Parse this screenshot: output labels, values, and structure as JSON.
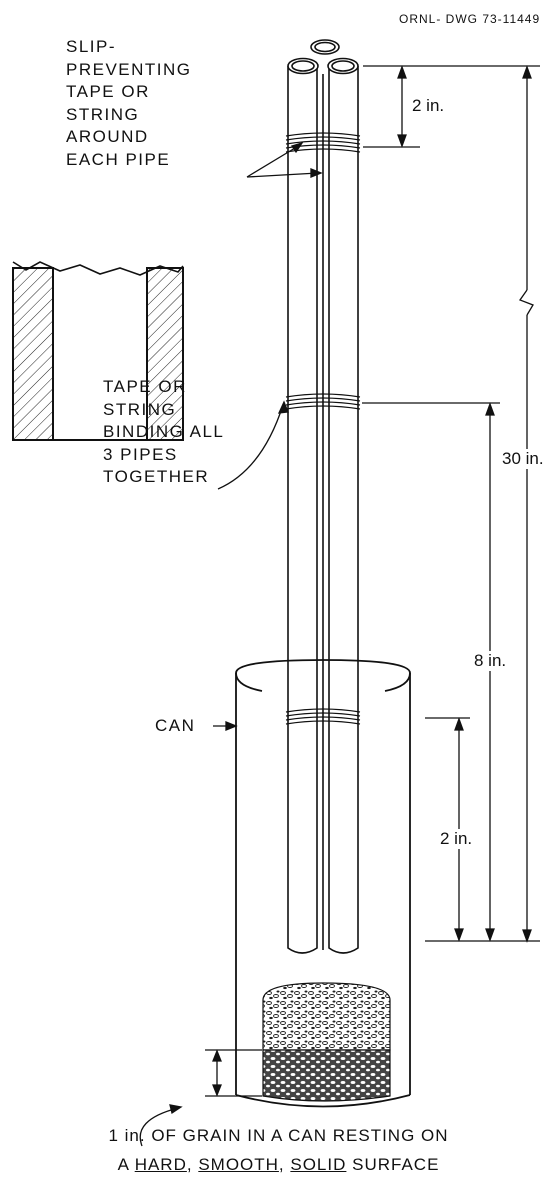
{
  "drawing_number": "ORNL- DWG 73-11449",
  "labels": {
    "slip_tape": [
      "SLIP-",
      "PREVENTING",
      "TAPE OR",
      "STRING",
      "AROUND",
      "EACH PIPE"
    ],
    "binding_tape": [
      "TAPE OR",
      "STRING",
      "BINDING ALL",
      "3 PIPES",
      "TOGETHER"
    ],
    "can": "CAN"
  },
  "dimensions": {
    "top_band": "2 in.",
    "overall": "30 in.",
    "binding_height": "8 in.",
    "can_rim": "2 in."
  },
  "caption": {
    "line1": "1 in. OF GRAIN IN A CAN RESTING ON",
    "line2_prefix": "A ",
    "hard": "HARD",
    "sep1": ", ",
    "smooth": "SMOOTH",
    "sep2": ", ",
    "solid": "SOLID",
    "suffix": " SURFACE"
  }
}
